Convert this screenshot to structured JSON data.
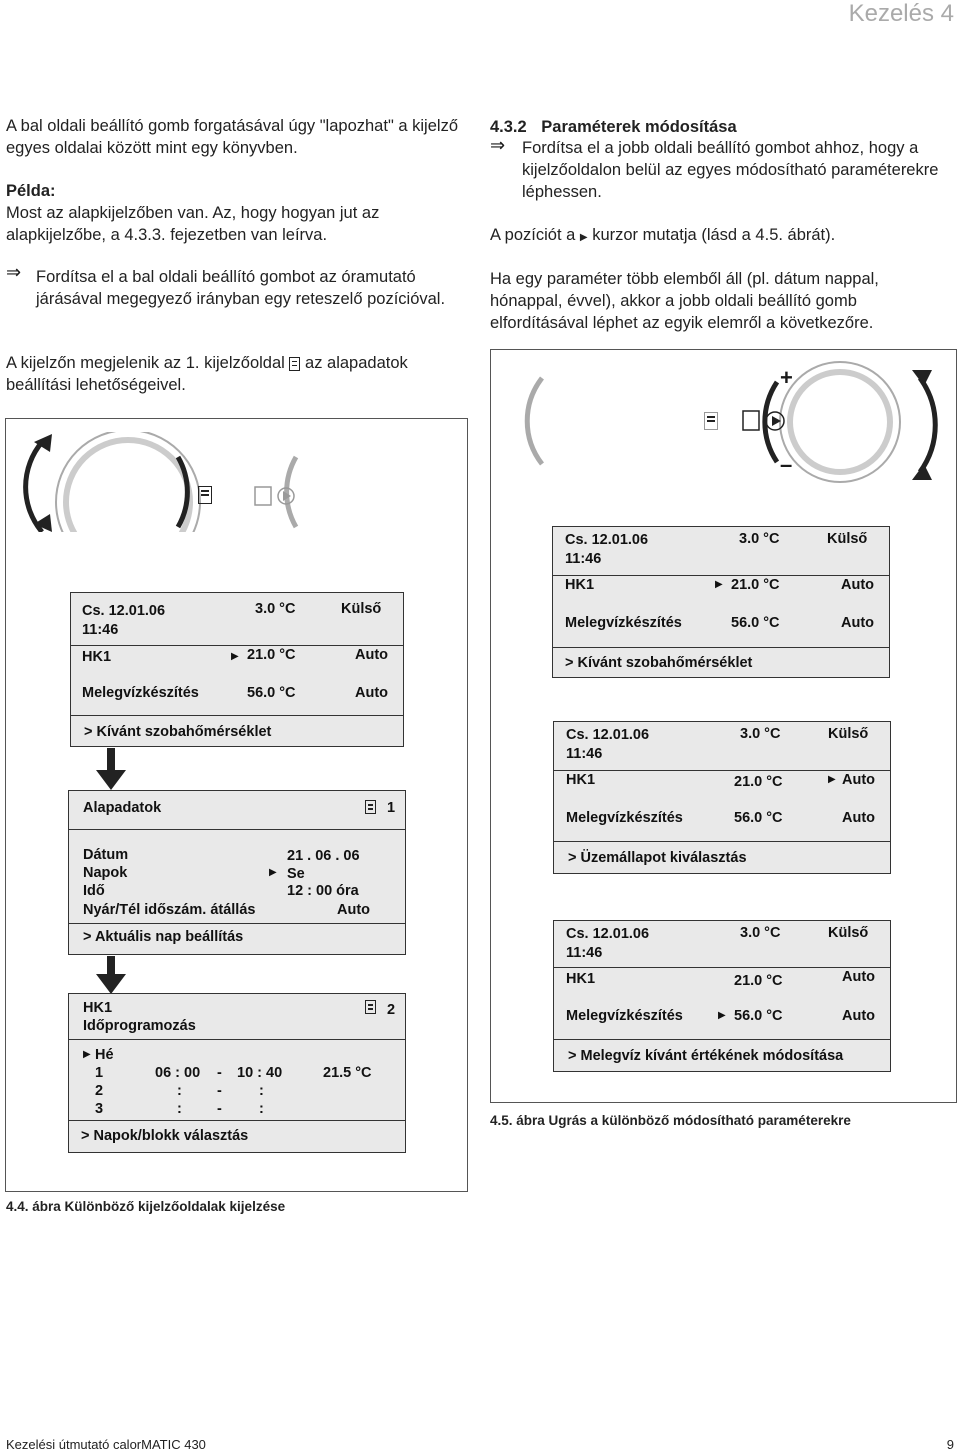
{
  "header": {
    "title": "Kezelés 4"
  },
  "left": {
    "p1": "A bal oldali beállító gomb forgatásával úgy \"lapozhat\" a kijelző egyes oldalai között mint egy könyvben.",
    "example_label": "Példa:",
    "example_text": "Most az alapkijelzőben van. Az, hogy hogyan jut az alapkijelzőbe, a 4.3.3. fejezetben van leírva.",
    "step": "Fordítsa el a bal oldali beállító gombot az óramutató járásával megegyező irányban egy reteszelő pozícióval.",
    "p3a": "A kijelzőn megjelenik az 1. kijelzőoldal",
    "p3b": "az alapadatok",
    "p3c": "beállítási lehetőségeivel."
  },
  "right": {
    "section_num": "4.3.2",
    "section_title": "Paraméterek módosítása",
    "step": "Fordítsa el a jobb oldali beállító gombot ahhoz, hogy a kijelzőoldalon belül az egyes módosítható paraméterekre léphessen.",
    "p2a": "A pozíciót a",
    "p2b": "kurzor mutatja (lásd a 4.5. ábrát).",
    "p3": "Ha egy paraméter több elemből áll (pl. dátum nappal, hónappal, évvel), akkor a jobb oldali beállító gomb elfordításával léphet az egyik elemről a következőre."
  },
  "basic_display": {
    "date": "Cs. 12.01.06",
    "time": "11:46",
    "temp": "3.0 °C",
    "source": "Külső",
    "hk1": "HK1",
    "hk1_value": "21.0 °C",
    "hk1_mode": "Auto",
    "dhw": "Melegvízkészítés",
    "dhw_value": "56.0 °C",
    "dhw_mode": "Auto"
  },
  "left_figure": {
    "hint1": "> Kívánt szobahőmérséklet",
    "page1": {
      "title": "Alapadatok",
      "num": "1",
      "rows": [
        {
          "label": "Dátum",
          "value": "21 . 06 . 06"
        },
        {
          "label": "Napok",
          "value": "Se"
        },
        {
          "label": "Idő",
          "value": "12 : 00  óra"
        },
        {
          "label": "Nyár/Tél időszám. átállás",
          "value": "Auto"
        }
      ],
      "hint": "> Aktuális nap beállítás"
    },
    "page2": {
      "title1": "HK1",
      "title2": "Időprogramozás",
      "num": "2",
      "day": "Hé",
      "rows": [
        {
          "n": "1",
          "from": "06 : 00",
          "dash": "-",
          "to": "10 : 40",
          "temp": "21.5 °C"
        },
        {
          "n": "2",
          "from": ":",
          "dash": "-",
          "to": ":",
          "temp": ""
        },
        {
          "n": "3",
          "from": ":",
          "dash": "-",
          "to": ":",
          "temp": ""
        }
      ],
      "hint": "> Napok/blokk választás"
    },
    "caption": "4.4. ábra Különböző kijelzőoldalak kijelzése"
  },
  "right_figure": {
    "hints": [
      "> Kívánt szobahőmérséklet",
      "> Üzemállapot kiválasztás",
      "> Melegvíz kívánt értékének módosítása"
    ],
    "knob_plus": "+",
    "knob_minus": "–",
    "caption": "4.5. ábra Ugrás a különböző módosítható paraméterekre"
  },
  "footer": {
    "doc": "Kezelési útmutató calorMATIC 430",
    "page": "9"
  }
}
